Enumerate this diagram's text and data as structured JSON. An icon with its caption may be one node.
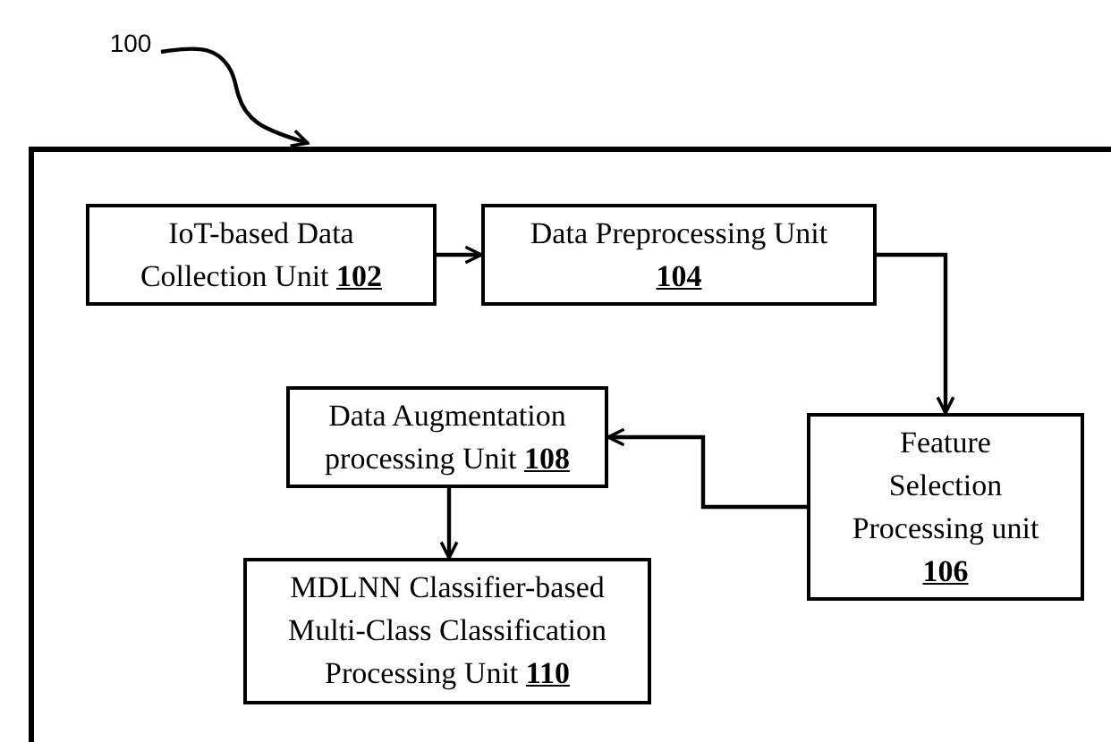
{
  "diagram": {
    "nodes": [
      {
        "text": [
          "100"
        ]
      },
      {
        "text": [],
        "shape": "box"
      },
      {
        "text": [
          "IoT-based Data Collection Unit  **102**"
        ],
        "in": 1
      },
      {
        "text": [
          "Data Preprocessing Unit **104**"
        ],
        "in": 1
      },
      {
        "text": [
          "Feature Selection Processing unit **106**"
        ],
        "in": 1
      },
      {
        "text": [
          "Data Augmentation processing Unit **108**"
        ],
        "in": 1
      },
      {
        "text": [
          "MDLNN Classifier-based Multi-Class Classification Processing Unit **110**"
        ],
        "in": 1
      }
    ],
    "edges": [
      {
        "from": 0,
        "to": 1,
        "arrow": "to"
      },
      {
        "from": 2,
        "to": 3,
        "arrow": "to"
      },
      {
        "from": 3,
        "to": 4,
        "arrow": "to"
      },
      {
        "from": 4,
        "to": 5,
        "arrow": "to"
      },
      {
        "from": 5,
        "to": 6,
        "arrow": "to"
      }
    ]
  }
}
